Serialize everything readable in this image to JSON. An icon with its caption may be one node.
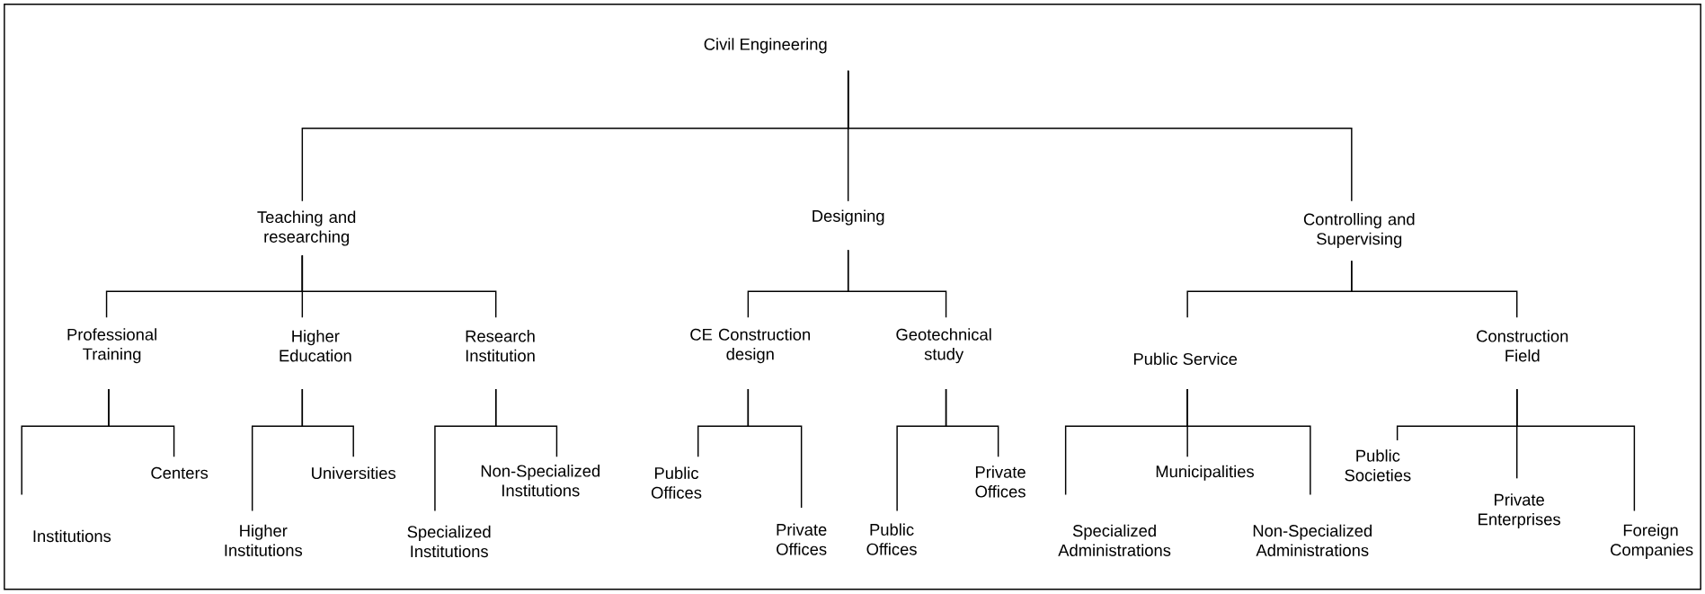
{
  "diagram": {
    "nodes": [
      {
        "text": [
          "Civil Engineering"
        ]
      },
      {
        "text": [
          "Teaching and researching"
        ]
      },
      {
        "text": [
          "Designing"
        ]
      },
      {
        "text": [
          "Controlling and Supervising"
        ]
      },
      {
        "text": [
          "Professional Training"
        ]
      },
      {
        "text": [
          "Higher Education"
        ]
      },
      {
        "text": [
          "Research Institution"
        ]
      },
      {
        "text": [
          "CE Construction design"
        ]
      },
      {
        "text": [
          "Geotechnical study"
        ]
      },
      {
        "text": [
          "Public Service"
        ]
      },
      {
        "text": [
          "Construction Field"
        ]
      },
      {
        "text": [
          "Institutions"
        ]
      },
      {
        "text": [
          "Centers"
        ]
      },
      {
        "text": [
          "Higher Institutions"
        ]
      },
      {
        "text": [
          "Universities"
        ]
      },
      {
        "text": [
          "Specialized Institutions"
        ]
      },
      {
        "text": [
          "Non-Specialized Institutions"
        ]
      },
      {
        "text": [
          "Public Offices"
        ]
      },
      {
        "text": [
          "Private Offices"
        ]
      },
      {
        "text": [
          "Public Offices"
        ]
      },
      {
        "text": [
          "Private Offices"
        ]
      },
      {
        "text": [
          "Specialized Administrations"
        ]
      },
      {
        "text": [
          "Municipalities"
        ]
      },
      {
        "text": [
          "Non-Specialized Administrations"
        ]
      },
      {
        "text": [
          "Public Societies"
        ]
      },
      {
        "text": [
          "Private Enterprises"
        ]
      },
      {
        "text": [
          "Foreign Companies"
        ]
      }
    ],
    "edges": [
      {
        "from": 0,
        "to": 1,
        "arrow": "none"
      },
      {
        "from": 0,
        "to": 2,
        "arrow": "none"
      },
      {
        "from": 0,
        "to": 3,
        "arrow": "none"
      },
      {
        "from": 1,
        "to": 4,
        "arrow": "none"
      },
      {
        "from": 1,
        "to": 5,
        "arrow": "none"
      },
      {
        "from": 1,
        "to": 6,
        "arrow": "none"
      },
      {
        "from": 2,
        "to": 7,
        "arrow": "none"
      },
      {
        "from": 2,
        "to": 8,
        "arrow": "none"
      },
      {
        "from": 3,
        "to": 9,
        "arrow": "none"
      },
      {
        "from": 3,
        "to": 10,
        "arrow": "none"
      },
      {
        "from": 4,
        "to": 11,
        "arrow": "none"
      },
      {
        "from": 4,
        "to": 12,
        "arrow": "none"
      },
      {
        "from": 5,
        "to": 13,
        "arrow": "none"
      },
      {
        "from": 5,
        "to": 14,
        "arrow": "none"
      },
      {
        "from": 6,
        "to": 15,
        "arrow": "none"
      },
      {
        "from": 6,
        "to": 16,
        "arrow": "none"
      },
      {
        "from": 7,
        "to": 17,
        "arrow": "none"
      },
      {
        "from": 7,
        "to": 18,
        "arrow": "none"
      },
      {
        "from": 8,
        "to": 19,
        "arrow": "none"
      },
      {
        "from": 8,
        "to": 20,
        "arrow": "none"
      },
      {
        "from": 9,
        "to": 21,
        "arrow": "none"
      },
      {
        "from": 9,
        "to": 22,
        "arrow": "none"
      },
      {
        "from": 9,
        "to": 23,
        "arrow": "none"
      },
      {
        "from": 10,
        "to": 24,
        "arrow": "none"
      },
      {
        "from": 10,
        "to": 25,
        "arrow": "none"
      },
      {
        "from": 10,
        "to": 26,
        "arrow": "none"
      }
    ]
  }
}
